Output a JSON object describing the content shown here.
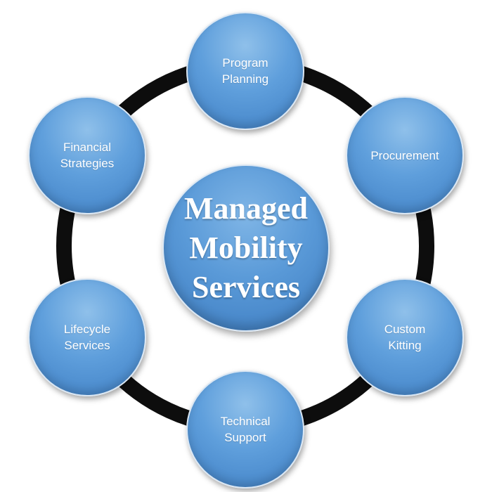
{
  "center": {
    "label": "Managed\nMobility\nServices"
  },
  "nodes": [
    {
      "id": "program-planning",
      "label": "Program\nPlanning"
    },
    {
      "id": "procurement",
      "label": "Procurement"
    },
    {
      "id": "custom-kitting",
      "label": "Custom\nKitting"
    },
    {
      "id": "technical-support",
      "label": "Technical\nSupport"
    },
    {
      "id": "lifecycle-services",
      "label": "Lifecycle\nServices"
    },
    {
      "id": "financial-strategies",
      "label": "Financial\nStrategies"
    }
  ],
  "colors": {
    "ring": "#0d0d0d",
    "node_fill": "#5f9fdc",
    "node_border": "#dbe7f3",
    "text": "#ffffff"
  }
}
